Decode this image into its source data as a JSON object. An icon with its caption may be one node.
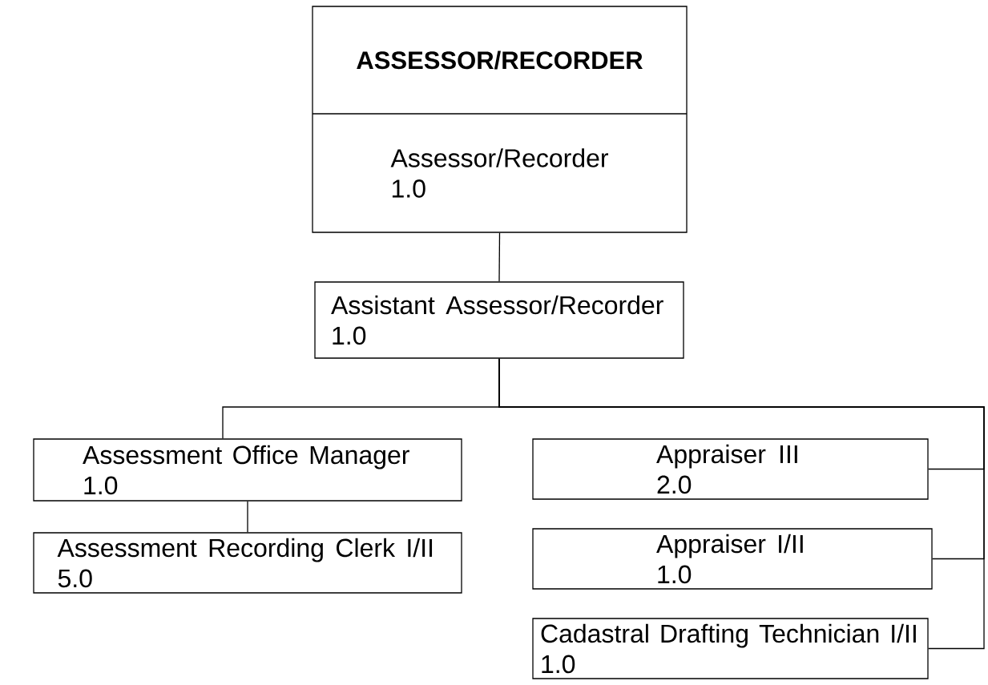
{
  "diagram": {
    "nodes": [
      {
        "text": [
          "ASSESSOR/RECORDER",
          "Assessor/Recorder 1.0"
        ]
      },
      {
        "text": [
          "Assistant Assessor/Recorder 1.0"
        ]
      },
      {
        "text": [
          "Assessment Office Manager 1.0"
        ]
      },
      {
        "text": [
          "Assessment Recording Clerk I/II 5.0"
        ]
      },
      {
        "text": [
          "Appraiser III 2.0"
        ]
      },
      {
        "text": [
          "Appraiser I/II 1.0"
        ]
      },
      {
        "text": [
          "Cadastral Drafting Technician I/II 1.0"
        ]
      }
    ],
    "edges": [
      {
        "from": 0,
        "to": 1,
        "arrow": "none"
      },
      {
        "from": 1,
        "to": 2,
        "arrow": "none"
      },
      {
        "from": 1,
        "to": 4,
        "arrow": "none"
      },
      {
        "from": 1,
        "to": 5,
        "arrow": "none"
      },
      {
        "from": 1,
        "to": 6,
        "arrow": "none"
      },
      {
        "from": 2,
        "to": 3,
        "arrow": "none"
      }
    ]
  }
}
